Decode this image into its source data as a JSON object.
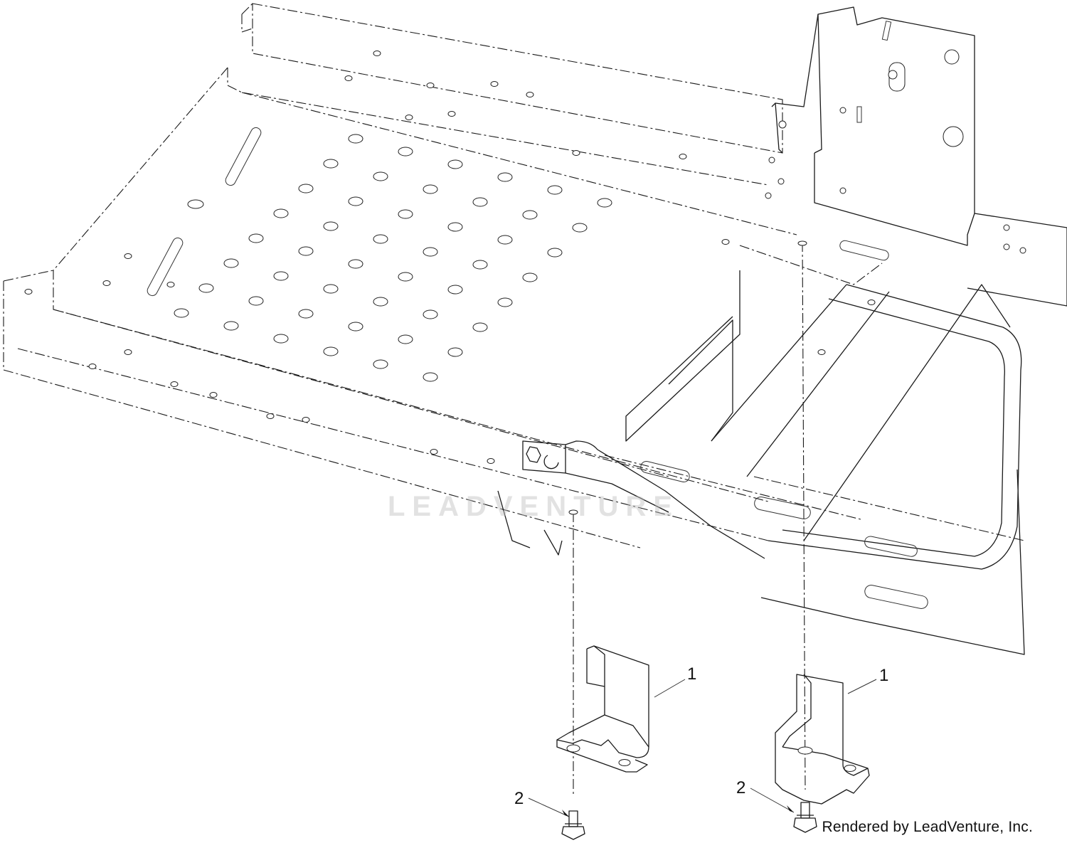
{
  "callouts": [
    {
      "id": "1",
      "text": "1"
    },
    {
      "id": "1",
      "text": "1"
    },
    {
      "id": "2",
      "text": "2"
    },
    {
      "id": "2",
      "text": "2"
    }
  ],
  "watermark": "LEADVENTURE",
  "footer": "Rendered by LeadVenture, Inc."
}
